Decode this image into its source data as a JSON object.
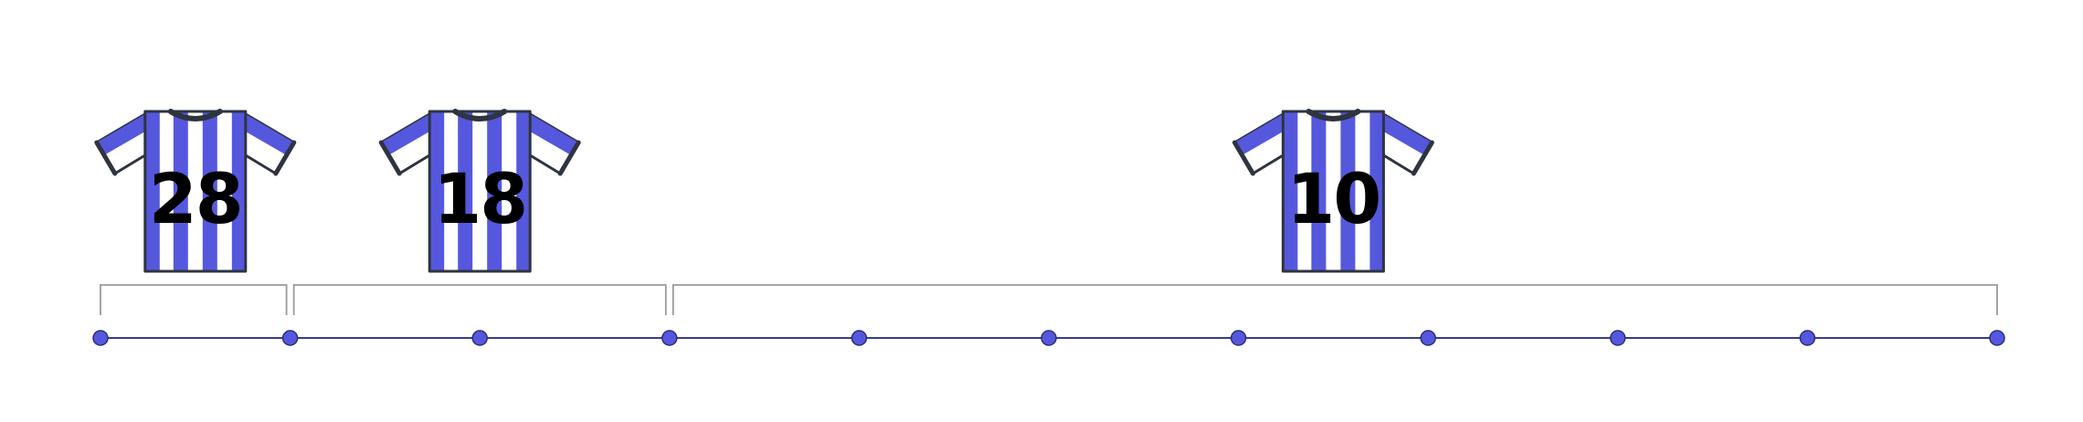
{
  "colors": {
    "stripe": "#5558dd",
    "outline": "#2e3440",
    "bracket": "#999999",
    "timeline_line": "#3a3d8c",
    "timeline_dot": "#5558dd",
    "timeline_dot_stroke": "#2b2e7a",
    "background": "#ffffff"
  },
  "timeline": {
    "point_count": 11
  },
  "groups": [
    {
      "jersey_number": "28",
      "start_index": 0,
      "end_index": 1
    },
    {
      "jersey_number": "18",
      "start_index": 1,
      "end_index": 3
    },
    {
      "jersey_number": "10",
      "start_index": 3,
      "end_index": 10
    }
  ]
}
